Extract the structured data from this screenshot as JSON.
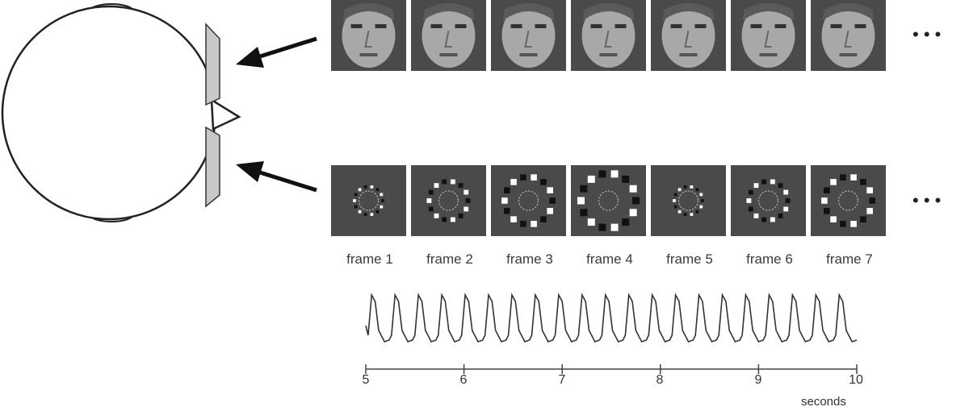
{
  "face_row": {
    "count": 7,
    "continuation": "• • •"
  },
  "stimulus_row": {
    "continuation": "• • •",
    "frames": [
      {
        "label": "frame 1",
        "contrast": 0.25
      },
      {
        "label": "frame 2",
        "contrast": 0.55
      },
      {
        "label": "frame 3",
        "contrast": 0.8
      },
      {
        "label": "frame 4",
        "contrast": 1.0
      },
      {
        "label": "frame 5",
        "contrast": 0.25
      },
      {
        "label": "frame 6",
        "contrast": 0.55
      },
      {
        "label": "frame 7",
        "contrast": 0.8
      }
    ]
  },
  "chart_data": {
    "type": "line",
    "x_ticks": [
      "5",
      "6",
      "7",
      "8",
      "9",
      "10"
    ],
    "xlim": [
      5,
      10
    ],
    "xlabel": "seconds",
    "peaks_per_second": 4.2
  }
}
